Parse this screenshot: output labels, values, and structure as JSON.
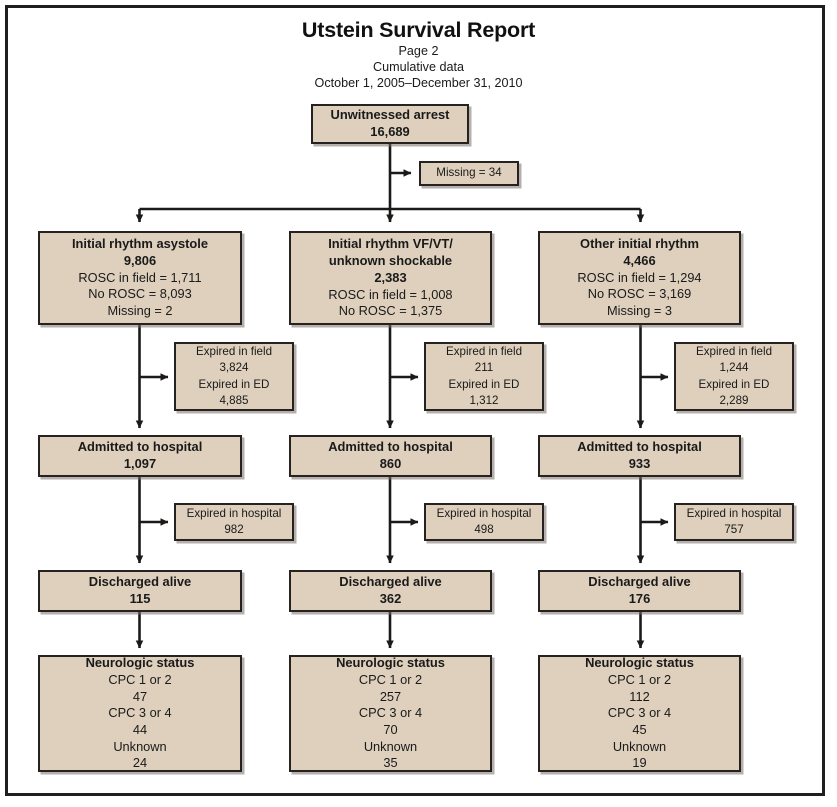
{
  "document": {
    "title": "Utstein Survival Report",
    "subtitle_lines": [
      "Page 2",
      "Cumulative data",
      "October 1, 2005–December 31, 2010"
    ]
  },
  "theme": {
    "box_fill": "#ded0bd",
    "box_border": "#262220",
    "page_border": "#211f1e",
    "text": "#1a1a1a",
    "background": "#ffffff"
  },
  "flow": {
    "root": {
      "title": "Unwitnessed arrest",
      "value": "16,689"
    },
    "root_missing": {
      "label": "Missing = 34"
    },
    "branches": [
      {
        "rhythm": {
          "title_lines": [
            "Initial rhythm asystole"
          ],
          "value": "9,806",
          "details": [
            "ROSC in field = 1,711",
            "No ROSC = 8,093",
            "Missing = 2"
          ]
        },
        "expired_prehospital": {
          "field_label": "Expired in field",
          "field_value": "3,824",
          "ed_label": "Expired in ED",
          "ed_value": "4,885"
        },
        "admitted": {
          "title": "Admitted to hospital",
          "value": "1,097"
        },
        "expired_hospital": {
          "label": "Expired in hospital",
          "value": "982"
        },
        "discharged": {
          "title": "Discharged alive",
          "value": "115"
        },
        "neuro": {
          "title": "Neurologic status",
          "rows": [
            {
              "label": "CPC 1 or 2",
              "value": "47"
            },
            {
              "label": "CPC 3 or 4",
              "value": "44"
            },
            {
              "label": "Unknown",
              "value": "24"
            }
          ]
        }
      },
      {
        "rhythm": {
          "title_lines": [
            "Initial rhythm VF/VT/",
            "unknown shockable"
          ],
          "value": "2,383",
          "details": [
            "ROSC in field = 1,008",
            "No ROSC = 1,375"
          ]
        },
        "expired_prehospital": {
          "field_label": "Expired in field",
          "field_value": "211",
          "ed_label": "Expired in ED",
          "ed_value": "1,312"
        },
        "admitted": {
          "title": "Admitted to hospital",
          "value": "860"
        },
        "expired_hospital": {
          "label": "Expired in hospital",
          "value": "498"
        },
        "discharged": {
          "title": "Discharged alive",
          "value": "362"
        },
        "neuro": {
          "title": "Neurologic status",
          "rows": [
            {
              "label": "CPC 1 or 2",
              "value": "257"
            },
            {
              "label": "CPC 3 or 4",
              "value": "70"
            },
            {
              "label": "Unknown",
              "value": "35"
            }
          ]
        }
      },
      {
        "rhythm": {
          "title_lines": [
            "Other initial rhythm"
          ],
          "value": "4,466",
          "details": [
            "ROSC in field = 1,294",
            "No ROSC = 3,169",
            "Missing = 3"
          ]
        },
        "expired_prehospital": {
          "field_label": "Expired in field",
          "field_value": "1,244",
          "ed_label": "Expired in ED",
          "ed_value": "2,289"
        },
        "admitted": {
          "title": "Admitted to hospital",
          "value": "933"
        },
        "expired_hospital": {
          "label": "Expired in hospital",
          "value": "757"
        },
        "discharged": {
          "title": "Discharged alive",
          "value": "176"
        },
        "neuro": {
          "title": "Neurologic status",
          "rows": [
            {
              "label": "CPC 1 or 2",
              "value": "112"
            },
            {
              "label": "CPC 3 or 4",
              "value": "45"
            },
            {
              "label": "Unknown",
              "value": "19"
            }
          ]
        }
      }
    ]
  }
}
